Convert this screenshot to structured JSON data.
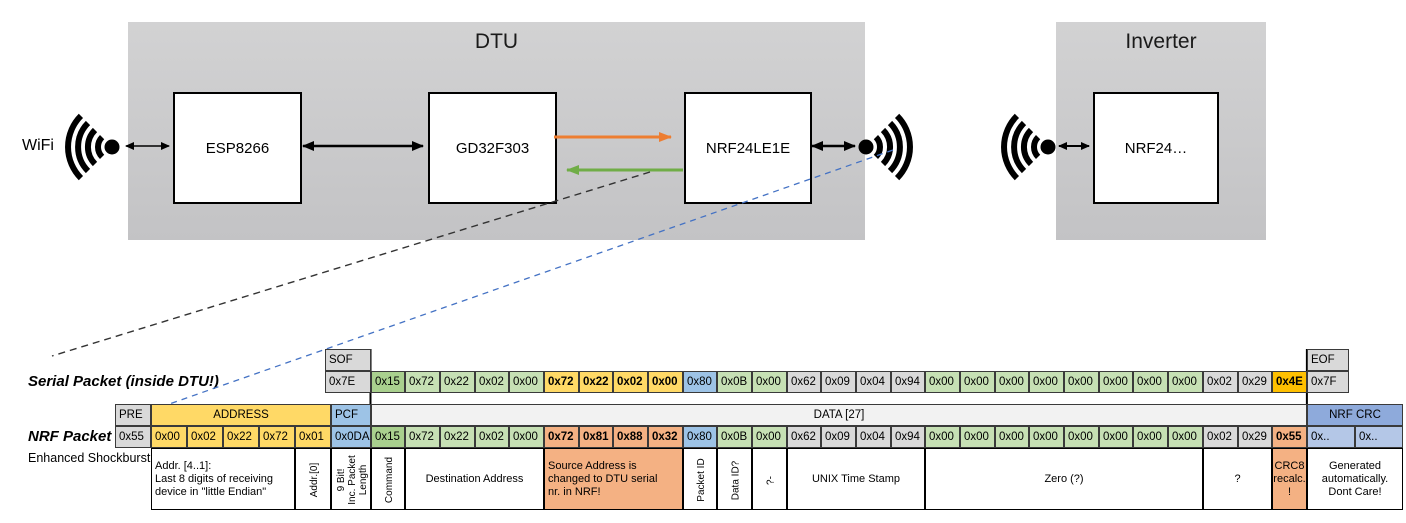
{
  "diagram": {
    "wifi_label": "WiFi",
    "dtu": {
      "title": "DTU",
      "chips": [
        "ESP8266",
        "GD32F303",
        "NRF24LE1E"
      ]
    },
    "inverter": {
      "title": "Inverter",
      "chip": "NRF24…"
    }
  },
  "colors": {
    "green_dark": "#A9D08E",
    "green_light": "#C6E0B4",
    "gold": "#FFD966",
    "orange": "#FFC000",
    "blue": "#9DC3E6",
    "gray": "#D9D9D9",
    "salmon": "#F4B183",
    "crc_header_blue": "#8EAADB",
    "crc_value_blue": "#B4C7E7",
    "data_header_gray": "#F2F2F2",
    "arrow_orange": "#ED7D31",
    "arrow_green": "#70AD47",
    "dashed_blue": "#4472C4"
  },
  "serial_packet": {
    "label": "Serial Packet (inside DTU!)",
    "sof_header": "SOF",
    "sof": "0x7E",
    "eof_header": "EOF",
    "eof": "0x7F",
    "bytes": [
      {
        "v": "0x15",
        "s": "gd"
      },
      {
        "v": "0x72",
        "s": "gl"
      },
      {
        "v": "0x22",
        "s": "gl"
      },
      {
        "v": "0x02",
        "s": "gl"
      },
      {
        "v": "0x00",
        "s": "gl"
      },
      {
        "v": "0x72",
        "s": "go"
      },
      {
        "v": "0x22",
        "s": "go"
      },
      {
        "v": "0x02",
        "s": "go"
      },
      {
        "v": "0x00",
        "s": "go"
      },
      {
        "v": "0x80",
        "s": "bl"
      },
      {
        "v": "0x0B",
        "s": "gl"
      },
      {
        "v": "0x00",
        "s": "gl"
      },
      {
        "v": "0x62",
        "s": "gy"
      },
      {
        "v": "0x09",
        "s": "gy"
      },
      {
        "v": "0x04",
        "s": "gy"
      },
      {
        "v": "0x94",
        "s": "gy"
      },
      {
        "v": "0x00",
        "s": "gl"
      },
      {
        "v": "0x00",
        "s": "gl"
      },
      {
        "v": "0x00",
        "s": "gl"
      },
      {
        "v": "0x00",
        "s": "gl"
      },
      {
        "v": "0x00",
        "s": "gl"
      },
      {
        "v": "0x00",
        "s": "gl"
      },
      {
        "v": "0x00",
        "s": "gl"
      },
      {
        "v": "0x00",
        "s": "gl"
      },
      {
        "v": "0x02",
        "s": "gy"
      },
      {
        "v": "0x29",
        "s": "gy"
      },
      {
        "v": "0x4E",
        "s": "or"
      }
    ]
  },
  "nrf_packet": {
    "label": "NRF Packet",
    "sublabel": "Enhanced Shockburst",
    "pre_header": "PRE",
    "pre": "0x55",
    "address_header": "ADDRESS",
    "address": [
      "0x00",
      "0x02",
      "0x22",
      "0x72",
      "0x01"
    ],
    "pcf_header": "PCF",
    "pcf": "0x0DA",
    "data_header": "DATA [27]",
    "data": [
      {
        "v": "0x15",
        "s": "gd"
      },
      {
        "v": "0x72",
        "s": "gl"
      },
      {
        "v": "0x22",
        "s": "gl"
      },
      {
        "v": "0x02",
        "s": "gl"
      },
      {
        "v": "0x00",
        "s": "gl"
      },
      {
        "v": "0x72",
        "s": "sa"
      },
      {
        "v": "0x81",
        "s": "sa"
      },
      {
        "v": "0x88",
        "s": "sa"
      },
      {
        "v": "0x32",
        "s": "sa"
      },
      {
        "v": "0x80",
        "s": "bl"
      },
      {
        "v": "0x0B",
        "s": "gl"
      },
      {
        "v": "0x00",
        "s": "gl"
      },
      {
        "v": "0x62",
        "s": "gy"
      },
      {
        "v": "0x09",
        "s": "gy"
      },
      {
        "v": "0x04",
        "s": "gy"
      },
      {
        "v": "0x94",
        "s": "gy"
      },
      {
        "v": "0x00",
        "s": "gl"
      },
      {
        "v": "0x00",
        "s": "gl"
      },
      {
        "v": "0x00",
        "s": "gl"
      },
      {
        "v": "0x00",
        "s": "gl"
      },
      {
        "v": "0x00",
        "s": "gl"
      },
      {
        "v": "0x00",
        "s": "gl"
      },
      {
        "v": "0x00",
        "s": "gl"
      },
      {
        "v": "0x00",
        "s": "gl"
      },
      {
        "v": "0x02",
        "s": "gy"
      },
      {
        "v": "0x29",
        "s": "gy"
      },
      {
        "v": "0x55",
        "s": "sa"
      }
    ],
    "crc_header": "NRF CRC",
    "crc": [
      "0x..",
      "0x.."
    ]
  },
  "annotations": [
    {
      "seg": "addr",
      "from": 0,
      "to": 3,
      "text": "Addr. [4..1]:\nLast 8 digits of receiving\ndevice in \"little Endian\"",
      "align": "left"
    },
    {
      "seg": "addr",
      "from": 4,
      "to": 4,
      "text": "Addr.[0]",
      "vertical": true
    },
    {
      "seg": "pcf",
      "text": "9 Bit!\nInc. Packet\nLength",
      "vertical": true
    },
    {
      "seg": "data",
      "from": 0,
      "to": 0,
      "text": "Command",
      "vertical": true
    },
    {
      "seg": "data",
      "from": 1,
      "to": 4,
      "text": "Destination Address"
    },
    {
      "seg": "data",
      "from": 5,
      "to": 8,
      "text": "Source Address is\nchanged to DTU serial\nnr. in NRF!",
      "salmon": true,
      "align": "left"
    },
    {
      "seg": "data",
      "from": 9,
      "to": 9,
      "text": "Packet ID",
      "vertical": true
    },
    {
      "seg": "data",
      "from": 10,
      "to": 10,
      "text": "Data ID?",
      "vertical": true
    },
    {
      "seg": "data",
      "from": 11,
      "to": 11,
      "text": "?-",
      "vertical": true
    },
    {
      "seg": "data",
      "from": 12,
      "to": 15,
      "text": "UNIX Time Stamp"
    },
    {
      "seg": "data",
      "from": 16,
      "to": 23,
      "text": "Zero (?)"
    },
    {
      "seg": "data",
      "from": 24,
      "to": 25,
      "text": "?"
    },
    {
      "seg": "data",
      "from": 26,
      "to": 26,
      "text": "CRC8\nrecalc.\n!",
      "salmon": true
    },
    {
      "seg": "crc",
      "text": "Generated\nautomatically.\nDont Care!"
    }
  ]
}
